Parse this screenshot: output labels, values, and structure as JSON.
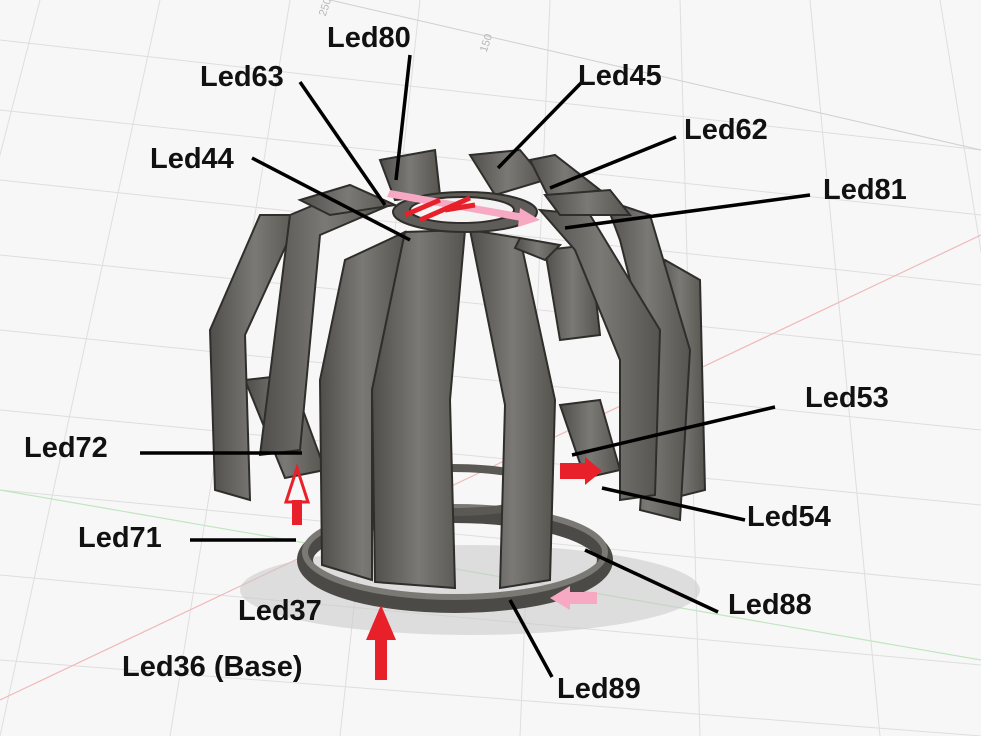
{
  "labels": {
    "led80": "Led80",
    "led63": "Led63",
    "led45": "Led45",
    "led62": "Led62",
    "led44": "Led44",
    "led81": "Led81",
    "led53": "Led53",
    "led72": "Led72",
    "led54": "Led54",
    "led71": "Led71",
    "led88": "Led88",
    "led37": "Led37",
    "led36": "Led36 (Base)",
    "led89": "Led89"
  },
  "grid_ticks": {
    "tick_250": "250",
    "tick_150": "150"
  },
  "colors": {
    "callout_line": "#000000",
    "arrow_red": "#e8202a",
    "arrow_pink": "#f7a9c4",
    "model_grey": "#5f5e5a",
    "grid": "#dcdcdc"
  }
}
